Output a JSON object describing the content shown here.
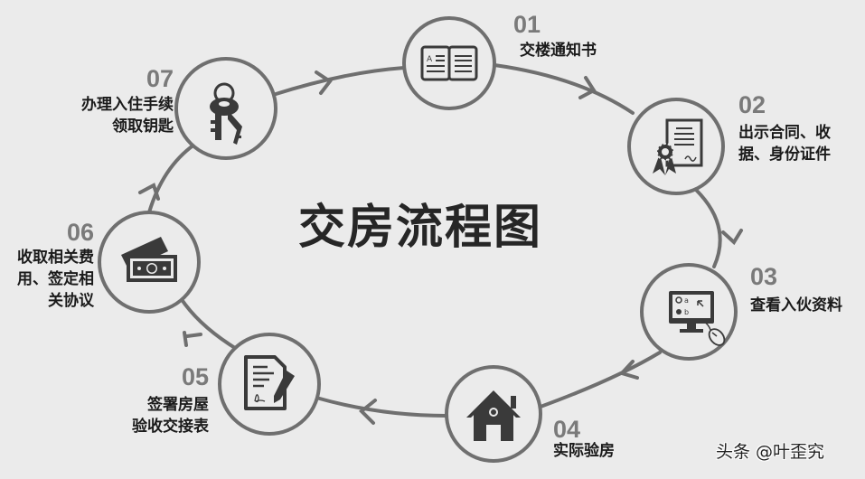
{
  "title": "交房流程图",
  "colors": {
    "background": "#ebebeb",
    "ring": "#6f6f6f",
    "icon": "#3a3a3a",
    "number": "#7a7a7a",
    "text": "#1a1a1a"
  },
  "steps": [
    {
      "num": "01",
      "label": "交楼通知书",
      "icon": "open-book-icon"
    },
    {
      "num": "02",
      "label": "出示合同、收\n据、身份证件",
      "icon": "certificate-icon"
    },
    {
      "num": "03",
      "label": "查看入伙资料",
      "icon": "computer-monitor-icon"
    },
    {
      "num": "04",
      "label": "实际验房",
      "icon": "house-icon"
    },
    {
      "num": "05",
      "label": "签署房屋\n验收交接表",
      "icon": "sign-document-icon"
    },
    {
      "num": "06",
      "label": "收取相关费\n用、签定相\n关协议",
      "icon": "money-bills-icon"
    },
    {
      "num": "07",
      "label": "办理入住手续\n领取钥匙",
      "icon": "keys-icon"
    }
  ],
  "watermark": "头条 @叶歪究"
}
